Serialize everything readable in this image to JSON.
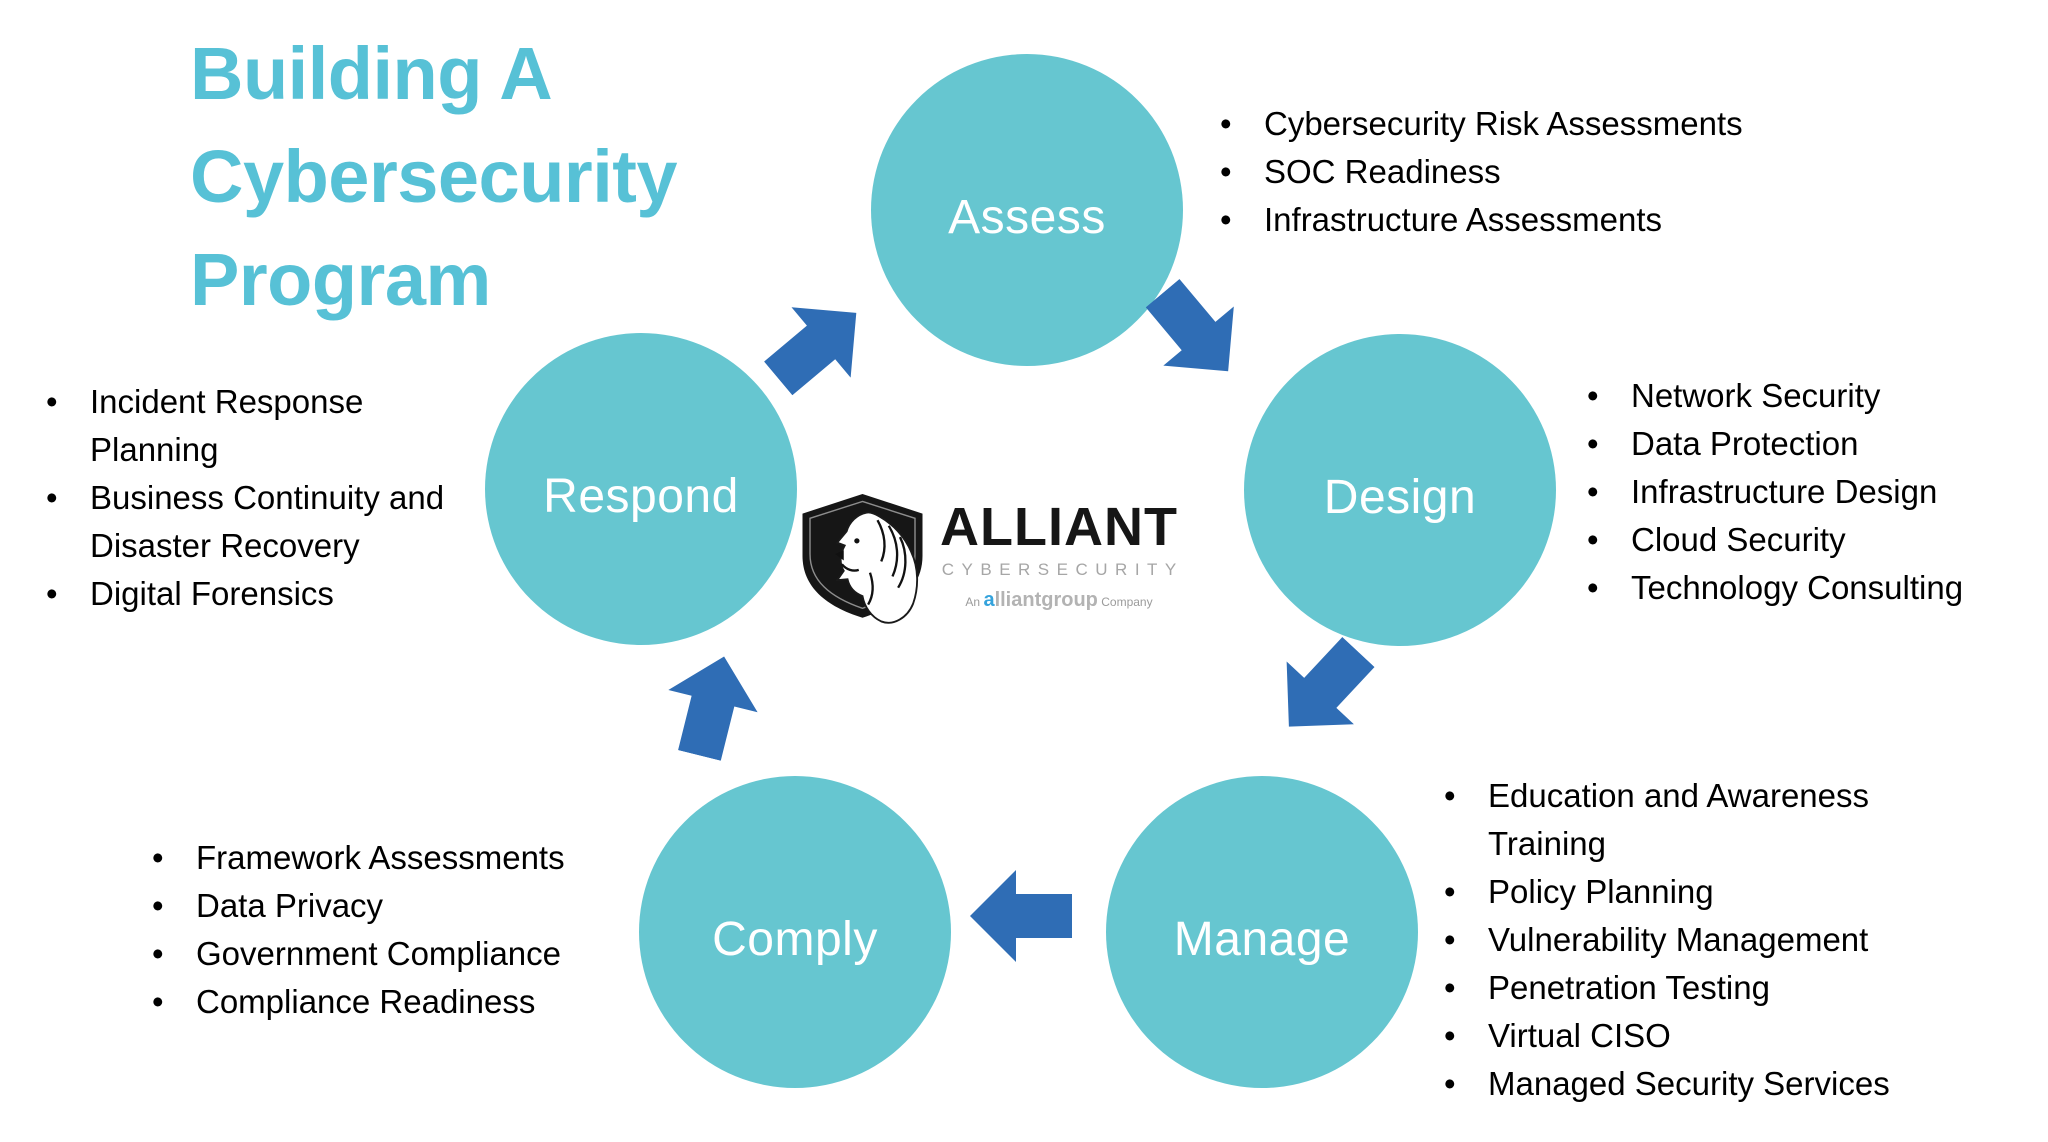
{
  "title": {
    "lines": [
      "Building A",
      "Cybersecurity",
      "Program"
    ]
  },
  "colors": {
    "circle_fill": "#66C6D0",
    "circle_text": "#FFFFFF",
    "arrow_fill": "#2F6DB5",
    "title_text": "#57C1D6",
    "bullet_text": "#000000"
  },
  "cycle": {
    "steps": [
      {
        "label": "Assess",
        "items": [
          "Cybersecurity Risk Assessments",
          "SOC Readiness",
          "Infrastructure Assessments"
        ]
      },
      {
        "label": "Design",
        "items": [
          "Network Security",
          "Data Protection",
          "Infrastructure Design",
          "Cloud Security",
          "Technology Consulting"
        ]
      },
      {
        "label": "Manage",
        "items": [
          "Education and Awareness Training",
          "Policy Planning",
          "Vulnerability Management",
          "Penetration Testing",
          "Virtual CISO",
          "Managed Security Services"
        ]
      },
      {
        "label": "Comply",
        "items": [
          "Framework Assessments",
          "Data Privacy",
          "Government Compliance",
          "Compliance Readiness"
        ]
      },
      {
        "label": "Respond",
        "items": [
          "Incident Response Planning",
          "Business Continuity and Disaster Recovery",
          "Digital Forensics"
        ]
      }
    ]
  },
  "icons": {
    "logo_icon": "lion-shield-icon",
    "arrows": [
      {
        "name": "arrow-respond-to-assess",
        "shape": "block-arrow",
        "direction": "up-right"
      },
      {
        "name": "arrow-assess-to-design",
        "shape": "block-arrow",
        "direction": "down-right"
      },
      {
        "name": "arrow-design-to-manage",
        "shape": "block-arrow",
        "direction": "down-left"
      },
      {
        "name": "arrow-manage-to-comply",
        "shape": "block-arrow",
        "direction": "left"
      },
      {
        "name": "arrow-comply-to-respond",
        "shape": "block-arrow",
        "direction": "up"
      }
    ]
  },
  "logo": {
    "brand": "ALLIANT",
    "division": "CYBERSECURITY",
    "tagline": {
      "prefix": "An",
      "brand_first_letter": "a",
      "brand_rest": "lliantgroup",
      "suffix": "Company"
    }
  }
}
